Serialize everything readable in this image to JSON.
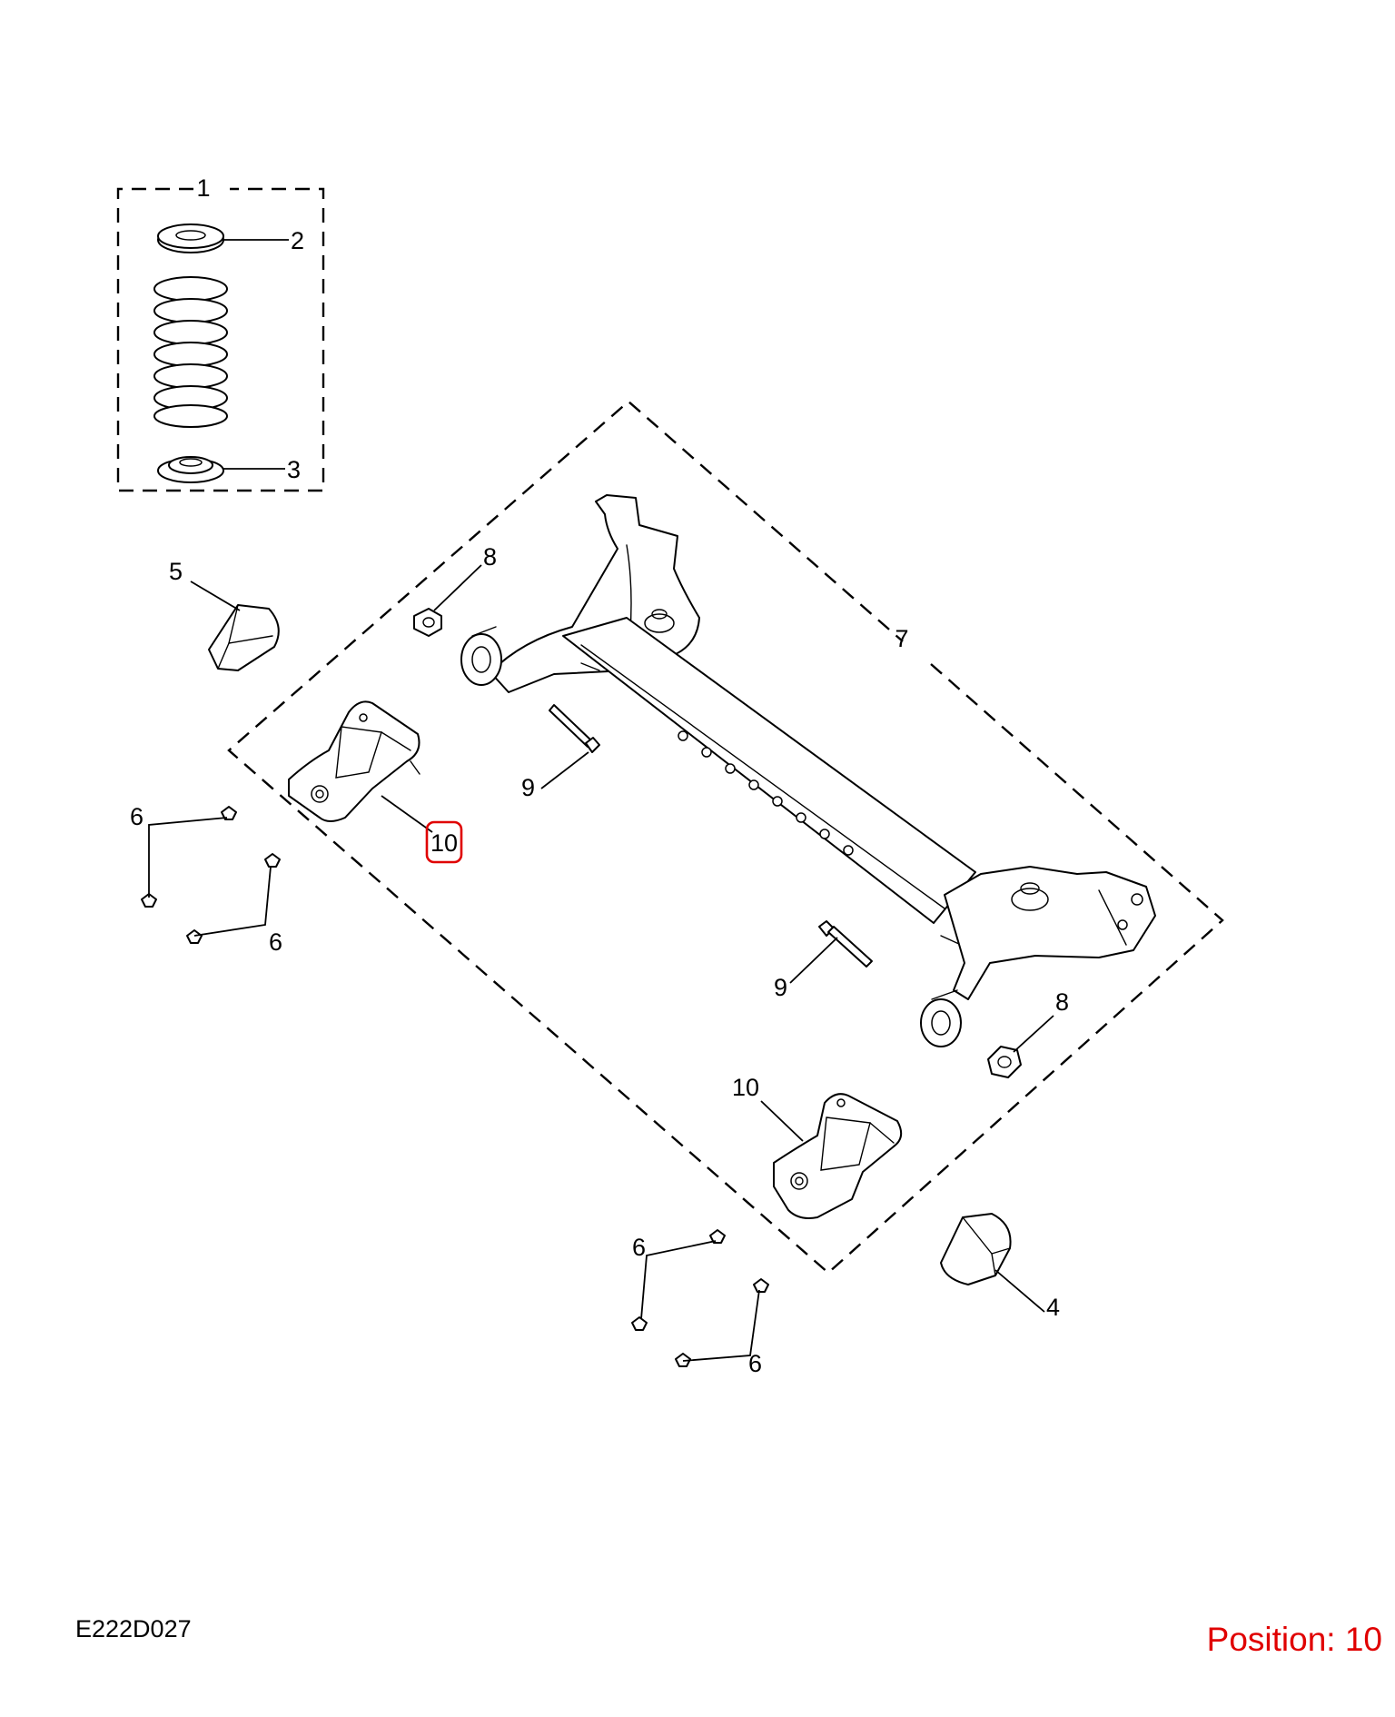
{
  "diagram": {
    "callouts": {
      "c1": "1",
      "c2": "2",
      "c3": "3",
      "c4": "4",
      "c5": "5",
      "c6a": "6",
      "c6b": "6",
      "c6c": "6",
      "c6d": "6",
      "c7": "7",
      "c8a": "8",
      "c8b": "8",
      "c9a": "9",
      "c9b": "9",
      "c10a": "10",
      "c10b": "10"
    },
    "drawing_code": "E222D027",
    "highlight_color": "#e00000"
  },
  "position": {
    "label": "Position: 10",
    "color": "#e00000"
  }
}
